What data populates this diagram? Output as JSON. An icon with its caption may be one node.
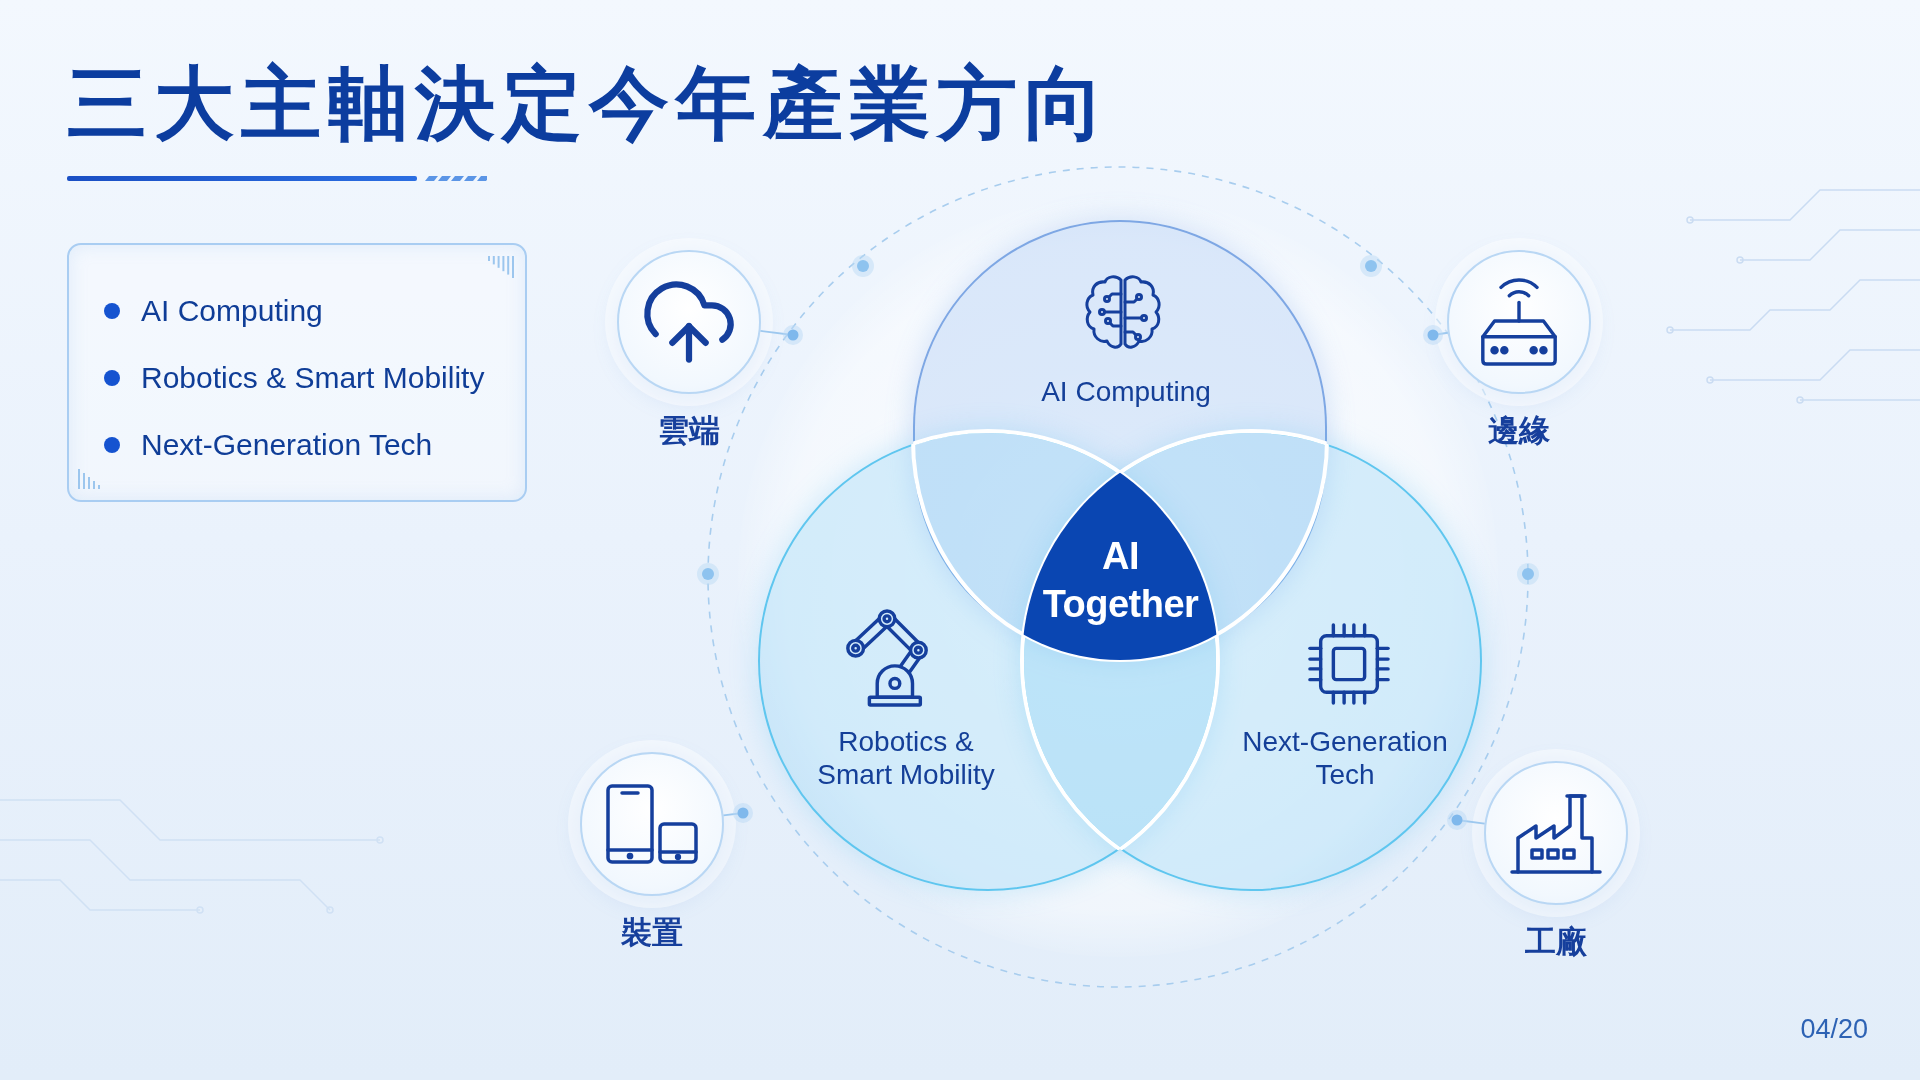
{
  "diagram": {
    "title": "三大主軸決定今年產業方向",
    "nodes": [
      {
        "text": [
          "AI Computing",
          "Robotics & Smart Mobility",
          "Next-Generation Tech"
        ]
      },
      {
        "text": [
          "雲端"
        ]
      },
      {
        "text": [
          "AI Computing"
        ]
      },
      {
        "text": [
          "邊緣"
        ]
      },
      {
        "text": [
          "AI Together"
        ]
      },
      {
        "text": [
          "Robotics & Smart Mobility"
        ]
      },
      {
        "text": [
          "Next-Generation Tech"
        ]
      },
      {
        "text": [
          "裝置"
        ]
      },
      {
        "text": [
          "工廠"
        ]
      }
    ],
    "edges": [
      {
        "from": 1,
        "to": null,
        "arrow": "other"
      },
      {
        "from": 3,
        "to": null,
        "arrow": "other"
      },
      {
        "from": 7,
        "to": null,
        "arrow": "other"
      },
      {
        "from": 8,
        "to": null,
        "arrow": "other"
      }
    ],
    "labels": [
      "04/20"
    ]
  }
}
